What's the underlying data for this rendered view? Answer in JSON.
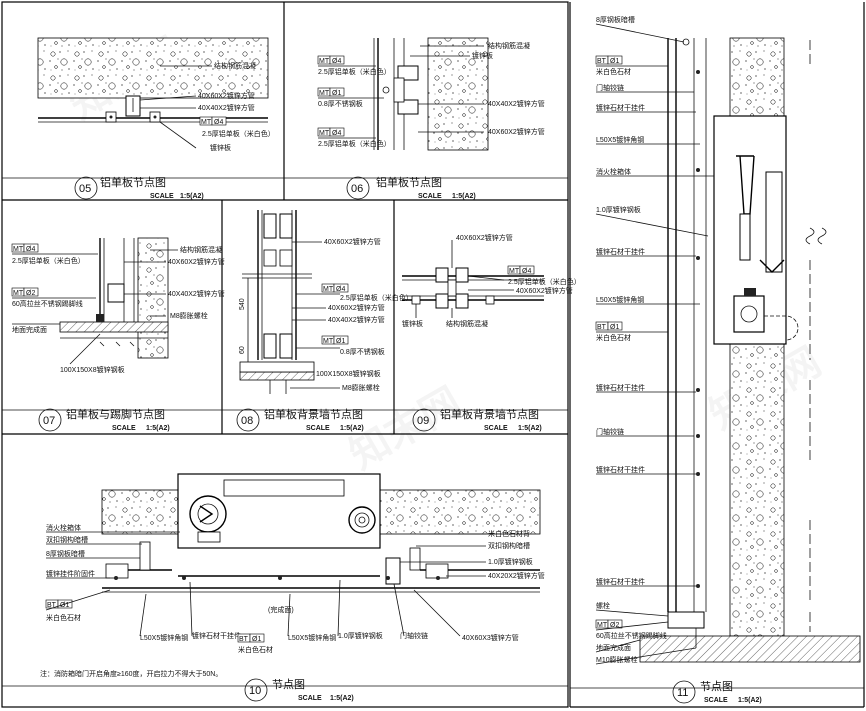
{
  "sheet": {
    "watermark": "知末网"
  },
  "details": [
    {
      "id": "d05",
      "number": "05",
      "title": "铝单板节点图",
      "scale_label": "SCALE",
      "scale_value": "1:5(A2)",
      "labels": {
        "l1": "结构钢筋混凝",
        "l2": "40X60X2镀锌方管",
        "l3": "40X40X2镀锌方管",
        "tag_code": "MT",
        "tag_no": "Ø4",
        "l4": "2.5厚铝单板（米白色）",
        "l5": "镀锌板"
      }
    },
    {
      "id": "d06",
      "number": "06",
      "title": "铝单板节点图",
      "scale_label": "SCALE",
      "scale_value": "1:5(A2)",
      "labels": {
        "tag_a_code": "MT",
        "tag_a_no": "Ø4",
        "l1": "2.5厚铝单板（米白色）",
        "tag_b_code": "MT",
        "tag_b_no": "Ø1",
        "l2": "0.8厚不锈钢板",
        "tag_c_code": "MT",
        "tag_c_no": "Ø4",
        "l3": "2.5厚铝单板（米白色）",
        "r1": "结构钢筋混凝",
        "r2": "镀锌板",
        "r3": "40X40X2镀锌方管",
        "r4": "40X60X2镀锌方管"
      }
    },
    {
      "id": "d07",
      "number": "07",
      "title": "铝单板与踢脚节点图",
      "scale_label": "SCALE",
      "scale_value": "1:5(A2)",
      "labels": {
        "tag_a_code": "MT",
        "tag_a_no": "Ø4",
        "l1": "2.5厚铝单板（米白色）",
        "tag_b_code": "MT",
        "tag_b_no": "Ø2",
        "l2": "60高拉丝不锈钢踢脚线",
        "l3": "地面完成面",
        "l4": "100X150X8镀锌钢板",
        "r1": "结构钢筋混凝",
        "r2": "40X60X2镀锌方管",
        "r3": "40X40X2镀锌方管",
        "r4": "M8膨胀螺栓"
      }
    },
    {
      "id": "d08",
      "number": "08",
      "title": "铝单板背景墙节点图",
      "scale_label": "SCALE",
      "scale_value": "1:5(A2)",
      "labels": {
        "r1": "40X60X2镀锌方管",
        "tag_a_code": "MT",
        "tag_a_no": "Ø4",
        "r2": "2.5厚铝单板（米白色）",
        "r3": "40X60X2镀锌方管",
        "r4": "40X40X2镀锌方管",
        "tag_b_code": "MT",
        "tag_b_no": "Ø1",
        "r5": "0.8厚不锈钢板",
        "r6": "100X150X8镀锌钢板",
        "r7": "M8膨胀螺栓",
        "dim1": "540",
        "dim2": "60"
      }
    },
    {
      "id": "d09",
      "number": "09",
      "title": "铝单板背景墙节点图",
      "scale_label": "SCALE",
      "scale_value": "1:5(A2)",
      "labels": {
        "t1": "40X60X2镀锌方管",
        "tag_code": "MT",
        "tag_no": "Ø4",
        "r1": "2.5厚铝单板（米白色）",
        "r2": "40X60X2镀锌方管",
        "b1": "镀锌板",
        "b2": "结构钢筋混凝"
      }
    },
    {
      "id": "d10",
      "number": "10",
      "title": "节点图",
      "scale_label": "SCALE",
      "scale_value": "1:5(A2)",
      "labels": {
        "l1": "消火栓箱体",
        "l2": "双扣钢构暗槽",
        "l3": "8厚钢板暗槽",
        "l4": "镀锌挂件阶固件",
        "tag_code": "BT",
        "tag_no": "Ø1",
        "l5": "米白色石材",
        "b1": "L50X5镀锌角钢",
        "b2": "镀锌石材干挂件",
        "tag2_code": "BT",
        "tag2_no": "Ø1",
        "b3": "米白色石材",
        "b4": "L50X5镀锌角钢",
        "b5": "1.0厚镀锌钢板",
        "b6": "门轴铰链",
        "b7": "40X60X3镀锌方管",
        "r1": "米白色石材背",
        "r2": "双扣钢构暗槽",
        "r3": "1.0厚镀锌钢板",
        "r4": "40X20X2镀锌方管",
        "mid": "(完成面)",
        "note": "注：消防箱暗门开启角度≥160度，开启拉力不得大于50N。"
      }
    },
    {
      "id": "d11",
      "number": "11",
      "title": "节点图",
      "scale_label": "SCALE",
      "scale_value": "1:5(A2)",
      "labels": {
        "l1": "8厚钢板暗槽",
        "tag_a_code": "BT",
        "tag_a_no": "Ø1",
        "l2": "米白色石材",
        "l3": "门轴铰链",
        "l4": "镀锌石材干挂件",
        "l5": "L50X5镀锌角钢",
        "l6": "消火栓箱体",
        "l7": "1.0厚镀锌钢板",
        "l8": "镀锌石材干挂件",
        "l9": "L50X5镀锌角钢",
        "tag_b_code": "BT",
        "tag_b_no": "Ø1",
        "l10": "米白色石材",
        "l11": "镀锌石材干挂件",
        "l12": "门轴铰链",
        "l13": "镀锌石材干挂件",
        "l14": "镀锌石材干挂件",
        "l15": "螺栓",
        "tag_c_code": "MT",
        "tag_c_no": "Ø2",
        "l16": "60高拉丝不锈钢踢脚线",
        "l17": "地面完成面",
        "l18": "M10膨胀螺栓"
      }
    }
  ]
}
